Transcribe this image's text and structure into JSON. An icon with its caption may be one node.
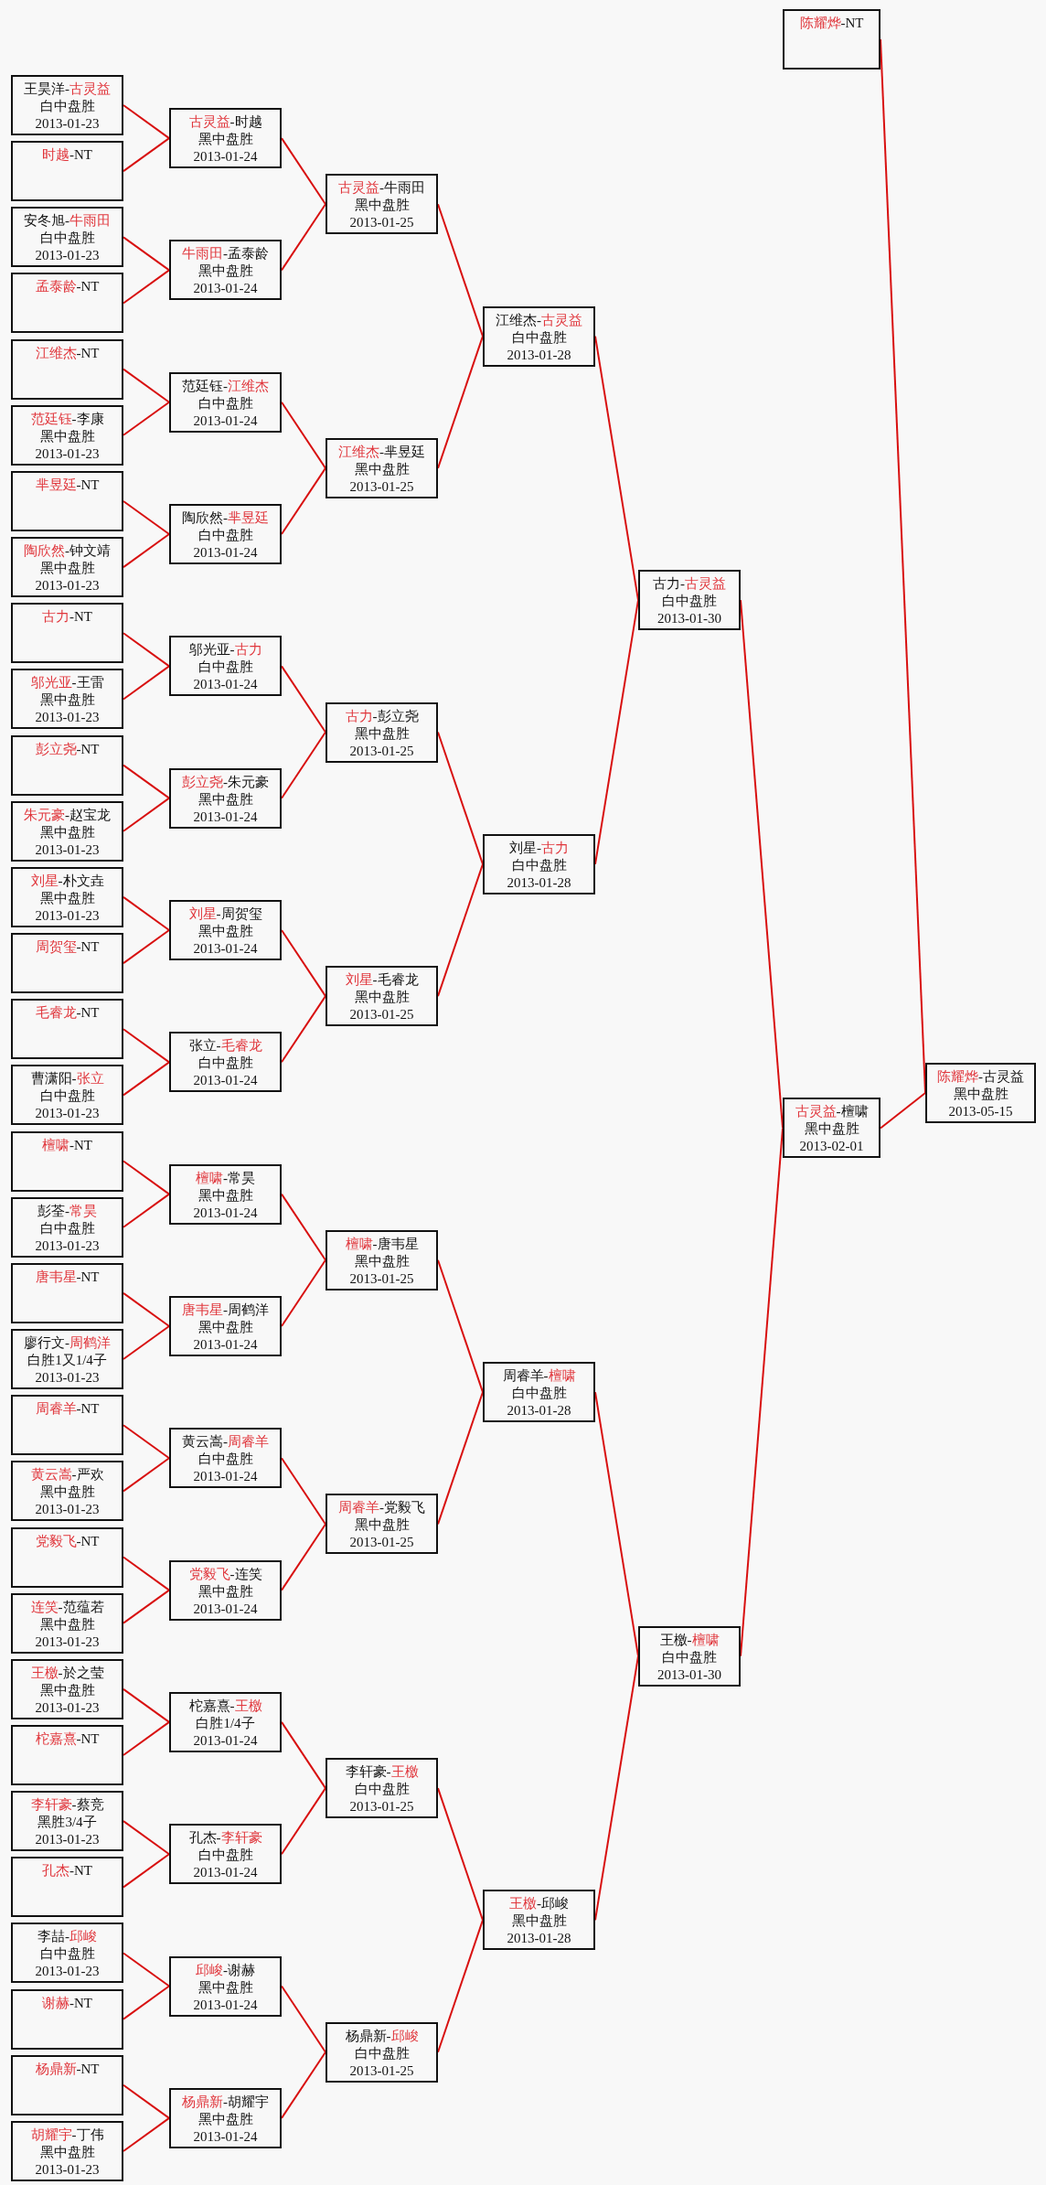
{
  "diagram": {
    "nodes": [
      {
        "text": [
          "王昊洋-古灵益",
          "白中盘胜",
          "2013-01-23"
        ]
      },
      {
        "text": [
          "时越-NT"
        ]
      },
      {
        "text": [
          "安冬旭-牛雨田",
          "白中盘胜",
          "2013-01-23"
        ]
      },
      {
        "text": [
          "孟泰龄-NT"
        ]
      },
      {
        "text": [
          "江维杰-NT"
        ]
      },
      {
        "text": [
          "范廷钰-李康",
          "黑中盘胜",
          "2013-01-23"
        ]
      },
      {
        "text": [
          "芈昱廷-NT"
        ]
      },
      {
        "text": [
          "陶欣然-钟文靖",
          "黑中盘胜",
          "2013-01-23"
        ]
      },
      {
        "text": [
          "古力-NT"
        ]
      },
      {
        "text": [
          "邬光亚-王雷",
          "黑中盘胜",
          "2013-01-23"
        ]
      },
      {
        "text": [
          "彭立尧-NT"
        ]
      },
      {
        "text": [
          "朱元豪-赵宝龙",
          "黑中盘胜",
          "2013-01-23"
        ]
      },
      {
        "text": [
          "刘星-朴文垚",
          "黑中盘胜",
          "2013-01-23"
        ]
      },
      {
        "text": [
          "周贺玺-NT"
        ]
      },
      {
        "text": [
          "毛睿龙-NT"
        ]
      },
      {
        "text": [
          "曹潇阳-张立",
          "白中盘胜",
          "2013-01-23"
        ]
      },
      {
        "text": [
          "檀啸-NT"
        ]
      },
      {
        "text": [
          "彭荃-常昊",
          "白中盘胜",
          "2013-01-23"
        ]
      },
      {
        "text": [
          "唐韦星-NT"
        ]
      },
      {
        "text": [
          "廖行文-周鹤洋",
          "白胜1又1/4子",
          "2013-01-23"
        ]
      },
      {
        "text": [
          "周睿羊-NT"
        ]
      },
      {
        "text": [
          "黄云嵩-严欢",
          "黑中盘胜",
          "2013-01-23"
        ]
      },
      {
        "text": [
          "党毅飞-NT"
        ]
      },
      {
        "text": [
          "连笑-范蕴若",
          "黑中盘胜",
          "2013-01-23"
        ]
      },
      {
        "text": [
          "王檄-於之莹",
          "黑中盘胜",
          "2013-01-23"
        ]
      },
      {
        "text": [
          "柁嘉熹-NT"
        ]
      },
      {
        "text": [
          "李轩豪-蔡竞",
          "黑胜3/4子",
          "2013-01-23"
        ]
      },
      {
        "text": [
          "孔杰-NT"
        ]
      },
      {
        "text": [
          "李喆-邱峻",
          "白中盘胜",
          "2013-01-23"
        ]
      },
      {
        "text": [
          "谢赫-NT"
        ]
      },
      {
        "text": [
          "杨鼎新-NT"
        ]
      },
      {
        "text": [
          "胡耀宇-丁伟",
          "黑中盘胜",
          "2013-01-23"
        ]
      },
      {
        "text": [
          "古灵益-时越",
          "黑中盘胜",
          "2013-01-24"
        ]
      },
      {
        "text": [
          "牛雨田-孟泰龄",
          "黑中盘胜",
          "2013-01-24"
        ]
      },
      {
        "text": [
          "范廷钰-江维杰",
          "白中盘胜",
          "2013-01-24"
        ]
      },
      {
        "text": [
          "陶欣然-芈昱廷",
          "白中盘胜",
          "2013-01-24"
        ]
      },
      {
        "text": [
          "邬光亚-古力",
          "白中盘胜",
          "2013-01-24"
        ]
      },
      {
        "text": [
          "彭立尧-朱元豪",
          "黑中盘胜",
          "2013-01-24"
        ]
      },
      {
        "text": [
          "刘星-周贺玺",
          "黑中盘胜",
          "2013-01-24"
        ]
      },
      {
        "text": [
          "张立-毛睿龙",
          "白中盘胜",
          "2013-01-24"
        ]
      },
      {
        "text": [
          "檀啸-常昊",
          "黑中盘胜",
          "2013-01-24"
        ]
      },
      {
        "text": [
          "唐韦星-周鹤洋",
          "黑中盘胜",
          "2013-01-24"
        ]
      },
      {
        "text": [
          "黄云嵩-周睿羊",
          "白中盘胜",
          "2013-01-24"
        ]
      },
      {
        "text": [
          "党毅飞-连笑",
          "黑中盘胜",
          "2013-01-24"
        ]
      },
      {
        "text": [
          "柁嘉熹-王檄",
          "白胜1/4子",
          "2013-01-24"
        ]
      },
      {
        "text": [
          "孔杰-李轩豪",
          "白中盘胜",
          "2013-01-24"
        ]
      },
      {
        "text": [
          "邱峻-谢赫",
          "黑中盘胜",
          "2013-01-24"
        ]
      },
      {
        "text": [
          "杨鼎新-胡耀宇",
          "黑中盘胜",
          "2013-01-24"
        ]
      },
      {
        "text": [
          "古灵益-牛雨田",
          "黑中盘胜",
          "2013-01-25"
        ]
      },
      {
        "text": [
          "江维杰-芈昱廷",
          "黑中盘胜",
          "2013-01-25"
        ]
      },
      {
        "text": [
          "古力-彭立尧",
          "黑中盘胜",
          "2013-01-25"
        ]
      },
      {
        "text": [
          "刘星-毛睿龙",
          "黑中盘胜",
          "2013-01-25"
        ]
      },
      {
        "text": [
          "檀啸-唐韦星",
          "黑中盘胜",
          "2013-01-25"
        ]
      },
      {
        "text": [
          "周睿羊-党毅飞",
          "黑中盘胜",
          "2013-01-25"
        ]
      },
      {
        "text": [
          "李轩豪-王檄",
          "白中盘胜",
          "2013-01-25"
        ]
      },
      {
        "text": [
          "杨鼎新-邱峻",
          "白中盘胜",
          "2013-01-25"
        ]
      },
      {
        "text": [
          "江维杰-古灵益",
          "白中盘胜",
          "2013-01-28"
        ]
      },
      {
        "text": [
          "刘星-古力",
          "白中盘胜",
          "2013-01-28"
        ]
      },
      {
        "text": [
          "周睿羊-檀啸",
          "白中盘胜",
          "2013-01-28"
        ]
      },
      {
        "text": [
          "王檄-邱峻",
          "黑中盘胜",
          "2013-01-28"
        ]
      },
      {
        "text": [
          "古力-古灵益",
          "白中盘胜",
          "2013-01-30"
        ]
      },
      {
        "text": [
          "王檄-檀啸",
          "白中盘胜",
          "2013-01-30"
        ]
      },
      {
        "text": [
          "古灵益-檀啸",
          "黑中盘胜",
          "2013-02-01"
        ]
      },
      {
        "text": [
          "陈耀烨-NT"
        ]
      },
      {
        "text": [
          "陈耀烨-古灵益",
          "黑中盘胜",
          "2013-05-15"
        ]
      }
    ],
    "edges": [
      {
        "from": 0,
        "to": 32,
        "arrow": "none"
      },
      {
        "from": 1,
        "to": 32,
        "arrow": "none"
      },
      {
        "from": 2,
        "to": 33,
        "arrow": "none"
      },
      {
        "from": 3,
        "to": 33,
        "arrow": "none"
      },
      {
        "from": 4,
        "to": 34,
        "arrow": "none"
      },
      {
        "from": 5,
        "to": 34,
        "arrow": "none"
      },
      {
        "from": 6,
        "to": 35,
        "arrow": "none"
      },
      {
        "from": 7,
        "to": 35,
        "arrow": "none"
      },
      {
        "from": 8,
        "to": 36,
        "arrow": "none"
      },
      {
        "from": 9,
        "to": 36,
        "arrow": "none"
      },
      {
        "from": 10,
        "to": 37,
        "arrow": "none"
      },
      {
        "from": 11,
        "to": 37,
        "arrow": "none"
      },
      {
        "from": 12,
        "to": 38,
        "arrow": "none"
      },
      {
        "from": 13,
        "to": 38,
        "arrow": "none"
      },
      {
        "from": 14,
        "to": 39,
        "arrow": "none"
      },
      {
        "from": 15,
        "to": 39,
        "arrow": "none"
      },
      {
        "from": 16,
        "to": 40,
        "arrow": "none"
      },
      {
        "from": 17,
        "to": 40,
        "arrow": "none"
      },
      {
        "from": 18,
        "to": 41,
        "arrow": "none"
      },
      {
        "from": 19,
        "to": 41,
        "arrow": "none"
      },
      {
        "from": 20,
        "to": 42,
        "arrow": "none"
      },
      {
        "from": 21,
        "to": 42,
        "arrow": "none"
      },
      {
        "from": 22,
        "to": 43,
        "arrow": "none"
      },
      {
        "from": 23,
        "to": 43,
        "arrow": "none"
      },
      {
        "from": 24,
        "to": 44,
        "arrow": "none"
      },
      {
        "from": 25,
        "to": 44,
        "arrow": "none"
      },
      {
        "from": 26,
        "to": 45,
        "arrow": "none"
      },
      {
        "from": 27,
        "to": 45,
        "arrow": "none"
      },
      {
        "from": 28,
        "to": 46,
        "arrow": "none"
      },
      {
        "from": 29,
        "to": 46,
        "arrow": "none"
      },
      {
        "from": 30,
        "to": 47,
        "arrow": "none"
      },
      {
        "from": 31,
        "to": 47,
        "arrow": "none"
      },
      {
        "from": 32,
        "to": 48,
        "arrow": "none"
      },
      {
        "from": 33,
        "to": 48,
        "arrow": "none"
      },
      {
        "from": 34,
        "to": 49,
        "arrow": "none"
      },
      {
        "from": 35,
        "to": 49,
        "arrow": "none"
      },
      {
        "from": 36,
        "to": 50,
        "arrow": "none"
      },
      {
        "from": 37,
        "to": 50,
        "arrow": "none"
      },
      {
        "from": 38,
        "to": 51,
        "arrow": "none"
      },
      {
        "from": 39,
        "to": 51,
        "arrow": "none"
      },
      {
        "from": 40,
        "to": 52,
        "arrow": "none"
      },
      {
        "from": 41,
        "to": 52,
        "arrow": "none"
      },
      {
        "from": 42,
        "to": 53,
        "arrow": "none"
      },
      {
        "from": 43,
        "to": 53,
        "arrow": "none"
      },
      {
        "from": 44,
        "to": 54,
        "arrow": "none"
      },
      {
        "from": 45,
        "to": 54,
        "arrow": "none"
      },
      {
        "from": 46,
        "to": 55,
        "arrow": "none"
      },
      {
        "from": 47,
        "to": 55,
        "arrow": "none"
      },
      {
        "from": 48,
        "to": 56,
        "arrow": "none"
      },
      {
        "from": 49,
        "to": 56,
        "arrow": "none"
      },
      {
        "from": 50,
        "to": 57,
        "arrow": "none"
      },
      {
        "from": 51,
        "to": 57,
        "arrow": "none"
      },
      {
        "from": 52,
        "to": 58,
        "arrow": "none"
      },
      {
        "from": 53,
        "to": 58,
        "arrow": "none"
      },
      {
        "from": 54,
        "to": 59,
        "arrow": "none"
      },
      {
        "from": 55,
        "to": 59,
        "arrow": "none"
      },
      {
        "from": 56,
        "to": 60,
        "arrow": "none"
      },
      {
        "from": 57,
        "to": 60,
        "arrow": "none"
      },
      {
        "from": 58,
        "to": 61,
        "arrow": "none"
      },
      {
        "from": 59,
        "to": 61,
        "arrow": "none"
      },
      {
        "from": 60,
        "to": 62,
        "arrow": "none"
      },
      {
        "from": 61,
        "to": 62,
        "arrow": "none"
      },
      {
        "from": 63,
        "to": 64,
        "arrow": "none"
      },
      {
        "from": 62,
        "to": 64,
        "arrow": "none"
      }
    ]
  }
}
